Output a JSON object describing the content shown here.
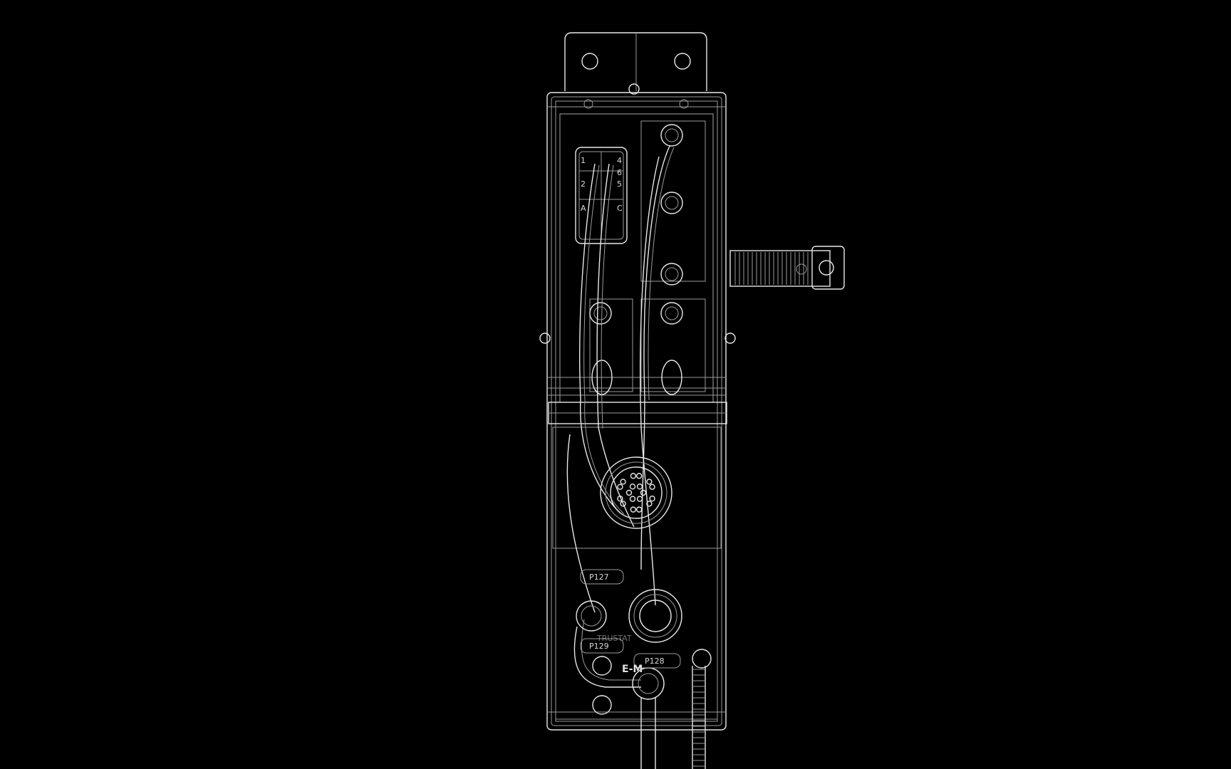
{
  "scene": {
    "background": "#000000",
    "wire_color": "#e8e8e8",
    "subject": "wireframe-enclosure"
  },
  "labels": {
    "terminal_1": "1",
    "terminal_2": "2",
    "terminal_4": "4",
    "terminal_5": "5",
    "terminal_6": "6",
    "terminal_a": "A",
    "terminal_c": "C",
    "plate_p127": "P127",
    "plate_p129": "P129",
    "plate_p128": "P128",
    "brand_mark": "TRUSTAT",
    "em_mark": "E-M"
  }
}
